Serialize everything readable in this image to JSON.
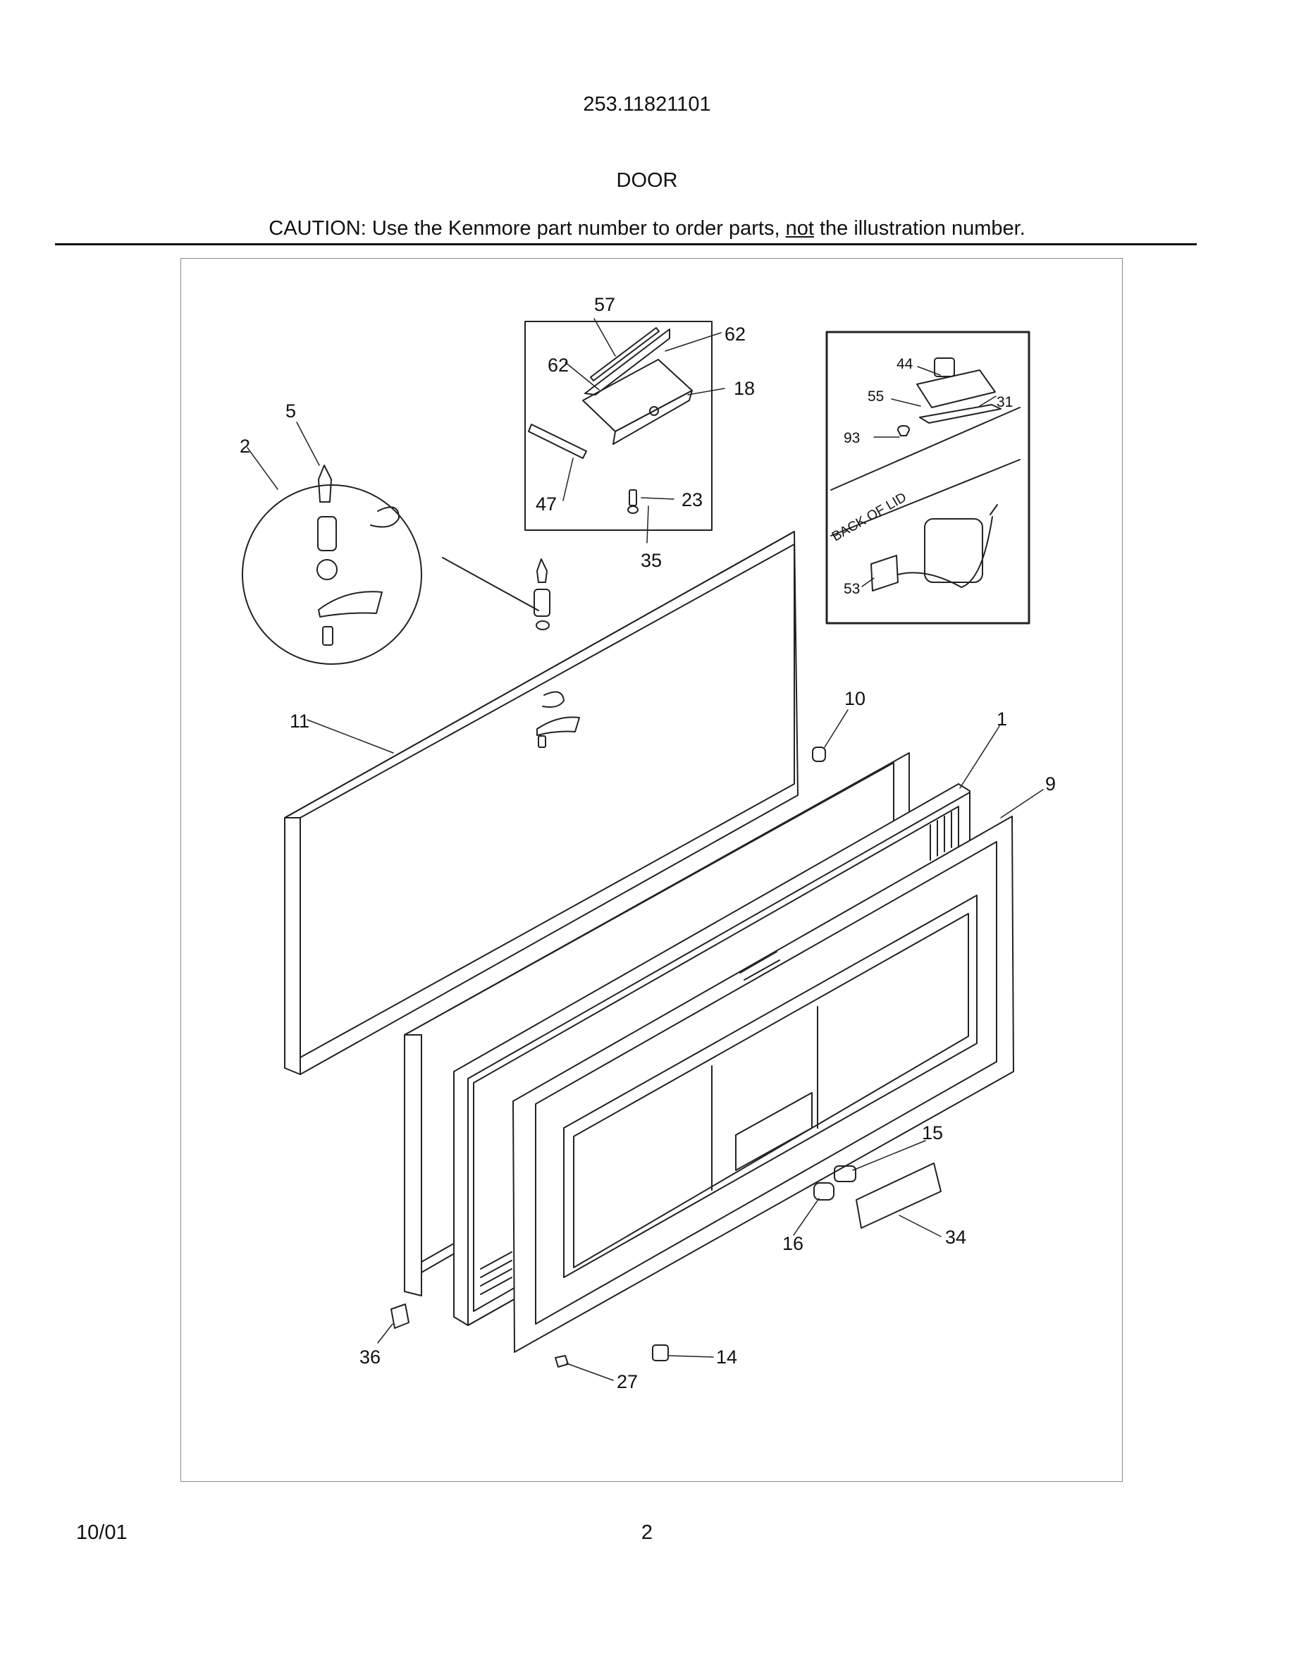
{
  "header": {
    "model_number": "253.11821101",
    "section_title": "DOOR",
    "caution_prefix": "CAUTION: Use the Kenmore part number to order parts, ",
    "caution_emphasis": "not",
    "caution_suffix": " the illustration number."
  },
  "diagram": {
    "inset_text": "BACK OF LID",
    "callouts": [
      {
        "id": "c57",
        "label": "57"
      },
      {
        "id": "c62a",
        "label": "62"
      },
      {
        "id": "c62b",
        "label": "62"
      },
      {
        "id": "c18",
        "label": "18"
      },
      {
        "id": "c47",
        "label": "47"
      },
      {
        "id": "c23",
        "label": "23"
      },
      {
        "id": "c35",
        "label": "35"
      },
      {
        "id": "c44",
        "label": "44"
      },
      {
        "id": "c55",
        "label": "55"
      },
      {
        "id": "c31",
        "label": "31"
      },
      {
        "id": "c93",
        "label": "93"
      },
      {
        "id": "c53",
        "label": "53"
      },
      {
        "id": "c5",
        "label": "5"
      },
      {
        "id": "c2",
        "label": "2"
      },
      {
        "id": "c11",
        "label": "11"
      },
      {
        "id": "c10",
        "label": "10"
      },
      {
        "id": "c1",
        "label": "1"
      },
      {
        "id": "c9",
        "label": "9"
      },
      {
        "id": "c15",
        "label": "15"
      },
      {
        "id": "c16",
        "label": "16"
      },
      {
        "id": "c34",
        "label": "34"
      },
      {
        "id": "c36",
        "label": "36"
      },
      {
        "id": "c14",
        "label": "14"
      },
      {
        "id": "c27",
        "label": "27"
      }
    ]
  },
  "footer": {
    "date": "10/01",
    "page_number": "2"
  }
}
